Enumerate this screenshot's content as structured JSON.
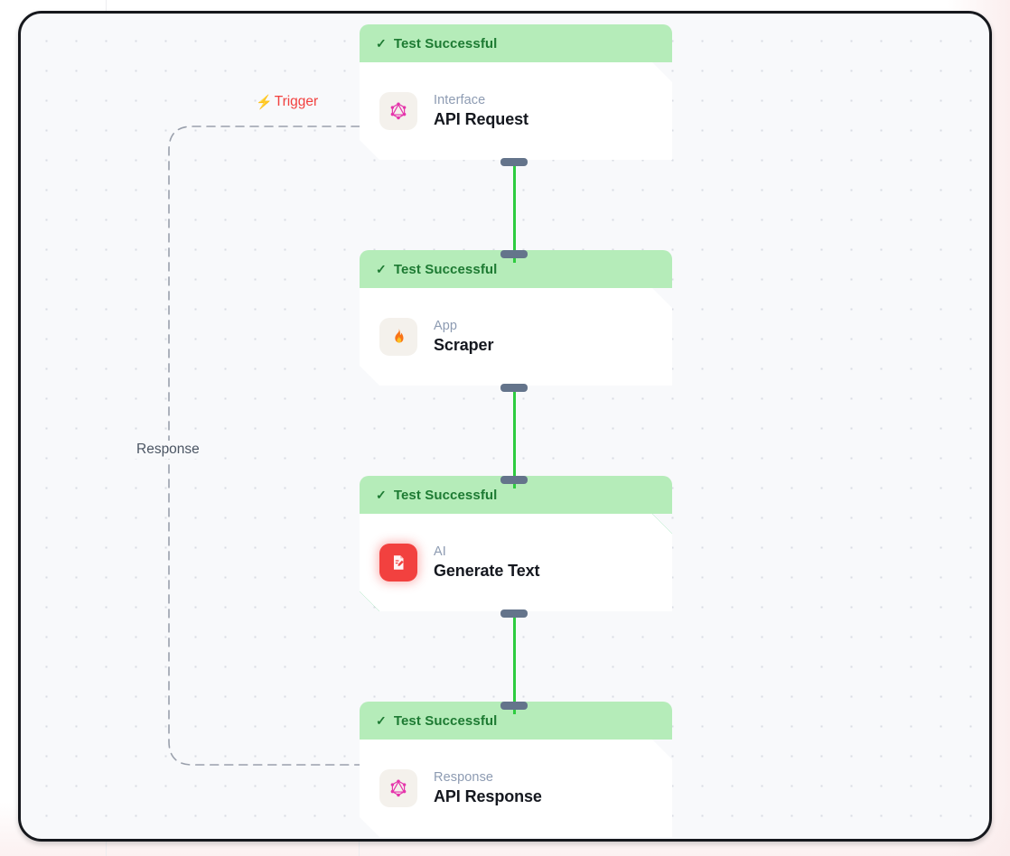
{
  "canvas": {
    "background_color": "#f8f9fb",
    "frame_color": "#16181d",
    "grid": "dot-grid"
  },
  "labels": {
    "trigger": {
      "text": "Trigger",
      "icon": "lightning-bolt-icon",
      "color": "#f2413f"
    },
    "response": {
      "text": "Response",
      "color": "#4b5563"
    }
  },
  "status": {
    "banner_text": "Test Successful",
    "banner_color": "#b5ecb9",
    "banner_text_color": "#1d7a32",
    "check_glyph": "✓"
  },
  "nodes": [
    {
      "id": "api-request",
      "category": "Interface",
      "title": "API Request",
      "icon": "graphql-icon",
      "icon_color": "#e535ab",
      "status": "Test Successful",
      "selected": false
    },
    {
      "id": "scraper",
      "category": "App",
      "title": "Scraper",
      "icon": "flame-icon",
      "icon_color": "#f97316",
      "status": "Test Successful",
      "selected": false
    },
    {
      "id": "generate-text",
      "category": "AI",
      "title": "Generate Text",
      "icon": "note-edit-icon",
      "icon_color": "#ffffff",
      "icon_bg": "#f2413f",
      "status": "Test Successful",
      "selected": true
    },
    {
      "id": "api-response",
      "category": "Response",
      "title": "API Response",
      "icon": "graphql-icon",
      "icon_color": "#e535ab",
      "status": "Test Successful",
      "selected": false
    }
  ],
  "connections": {
    "link_color": "#2ecc40",
    "handle_color": "#64748b",
    "dashed_color": "#9aa0ac"
  }
}
